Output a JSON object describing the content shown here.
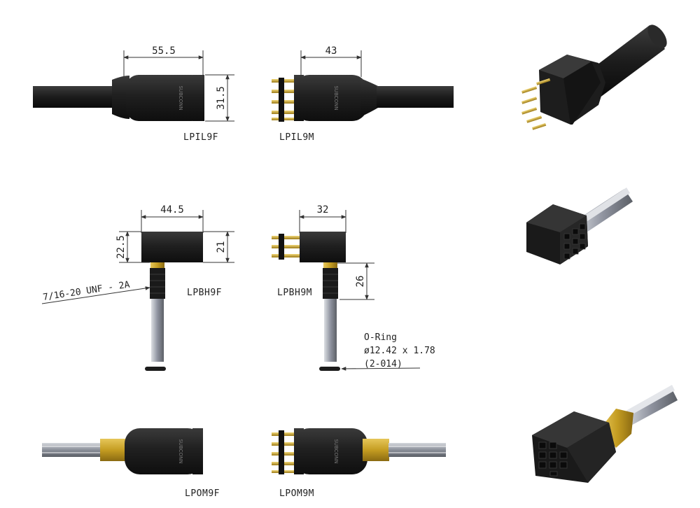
{
  "dimensions": {
    "lpil9f_width": "55.5",
    "lpil9f_height": "31.5",
    "lpil9m_width": "43",
    "lpbh9f_width": "44.5",
    "lpbh9f_height_left": "22.5",
    "lpbh9f_height_right": "21",
    "lpbh9m_width": "32",
    "lpbh9m_height": "26"
  },
  "labels": {
    "lpil9f": "LPIL9F",
    "lpil9m": "LPIL9M",
    "lpbh9f": "LPBH9F",
    "lpbh9m": "LPBH9M",
    "lpom9f": "LPOM9F",
    "lpom9m": "LPOM9M"
  },
  "annotations": {
    "thread": "7/16-20 UNF - 2A",
    "oring_title": "O-Ring",
    "oring_size": "ø12.42 x 1.78",
    "oring_code": "(2-014)"
  },
  "brand": "SUBCONN",
  "colors": {
    "body": "#202020",
    "brass": "#c9a227",
    "cable_grey": "#8a8f99",
    "line": "#333333"
  }
}
